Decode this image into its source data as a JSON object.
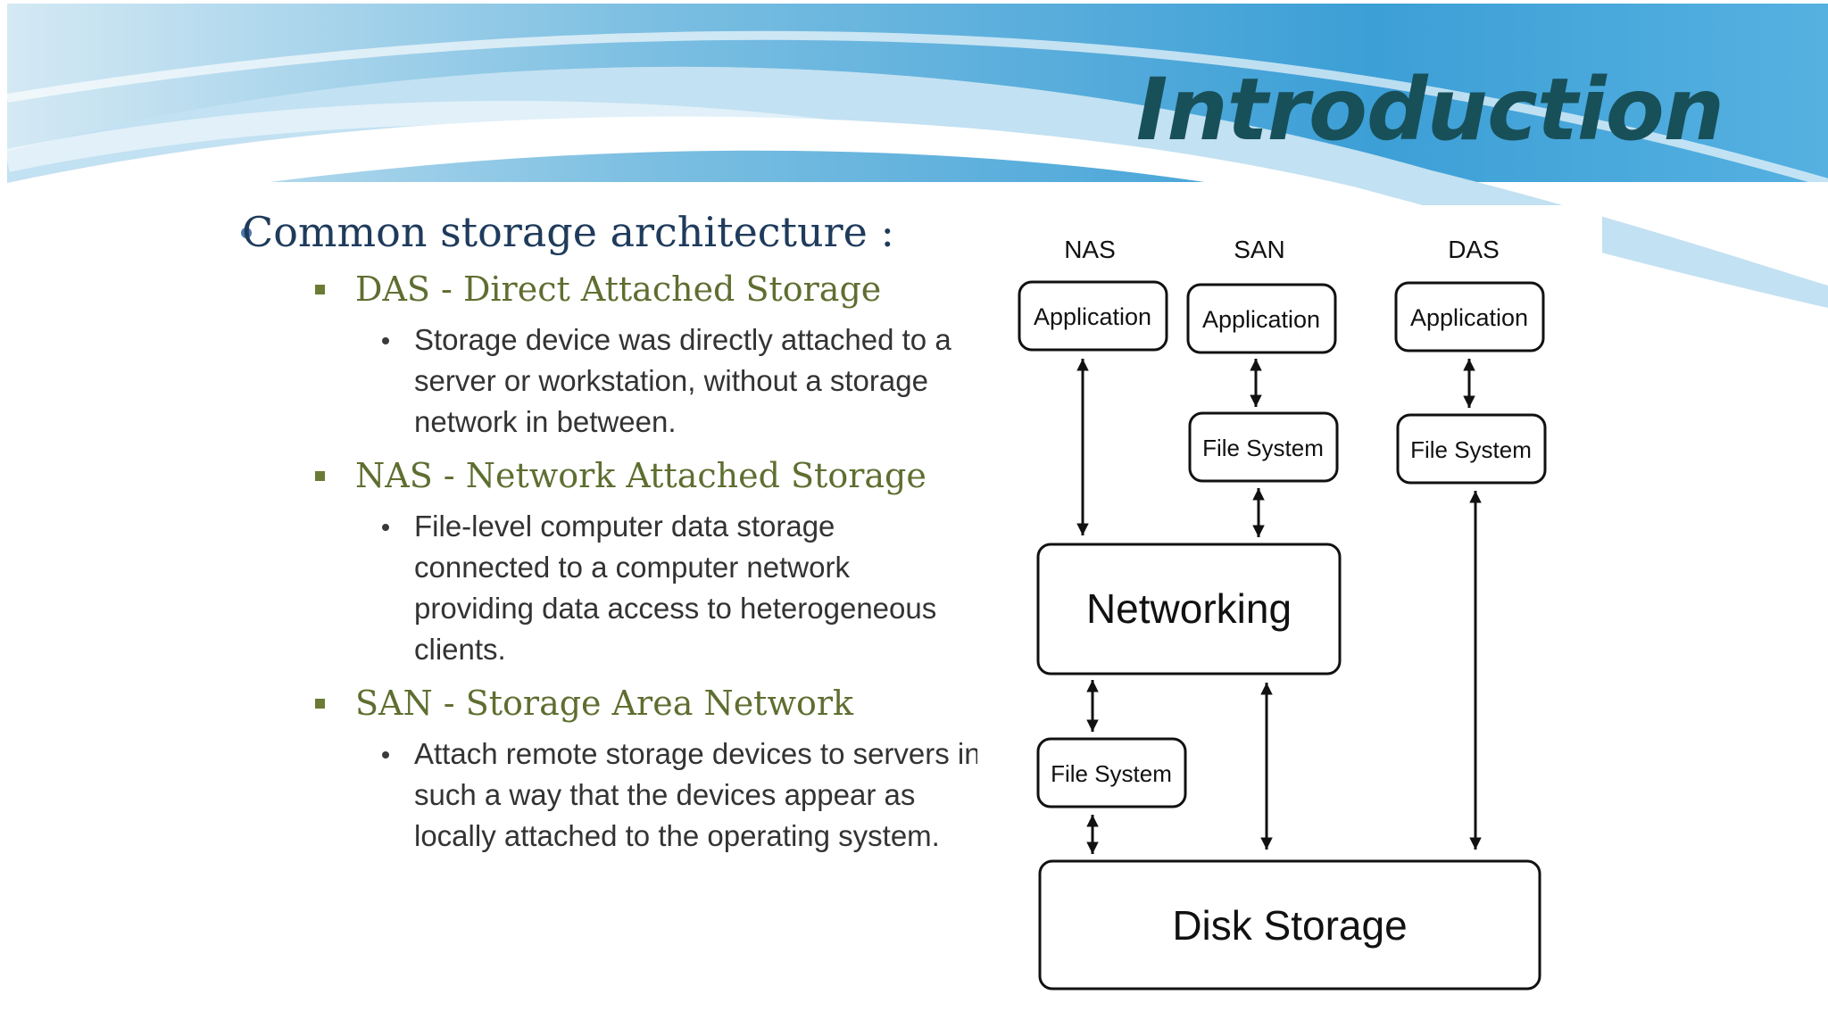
{
  "slide": {
    "title": "Introduction",
    "main_bullet": "Common storage architecture :",
    "sections": [
      {
        "heading": "DAS - Direct Attached Storage",
        "text": "Storage device was directly attached to a server or workstation, without a storage network in between."
      },
      {
        "heading": "NAS - Network Attached Storage",
        "text": "File-level computer data storage connected to a computer network providing data access to heterogeneous clients."
      },
      {
        "heading": "SAN - Storage Area Network",
        "text": "Attach remote storage devices to servers in such a way that the devices appear as locally attached to the operating system."
      }
    ]
  },
  "diagram": {
    "column_labels": [
      "NAS",
      "SAN",
      "DAS"
    ],
    "application_label": "Application",
    "file_system_label": "File System",
    "networking_label": "Networking",
    "disk_storage_label": "Disk Storage"
  },
  "colors": {
    "title": "#18505a",
    "main_bullet": "#1f3b5c",
    "section_heading": "#5e6e30",
    "body_text": "#333333",
    "banner_blue": "#4aa6d8"
  }
}
